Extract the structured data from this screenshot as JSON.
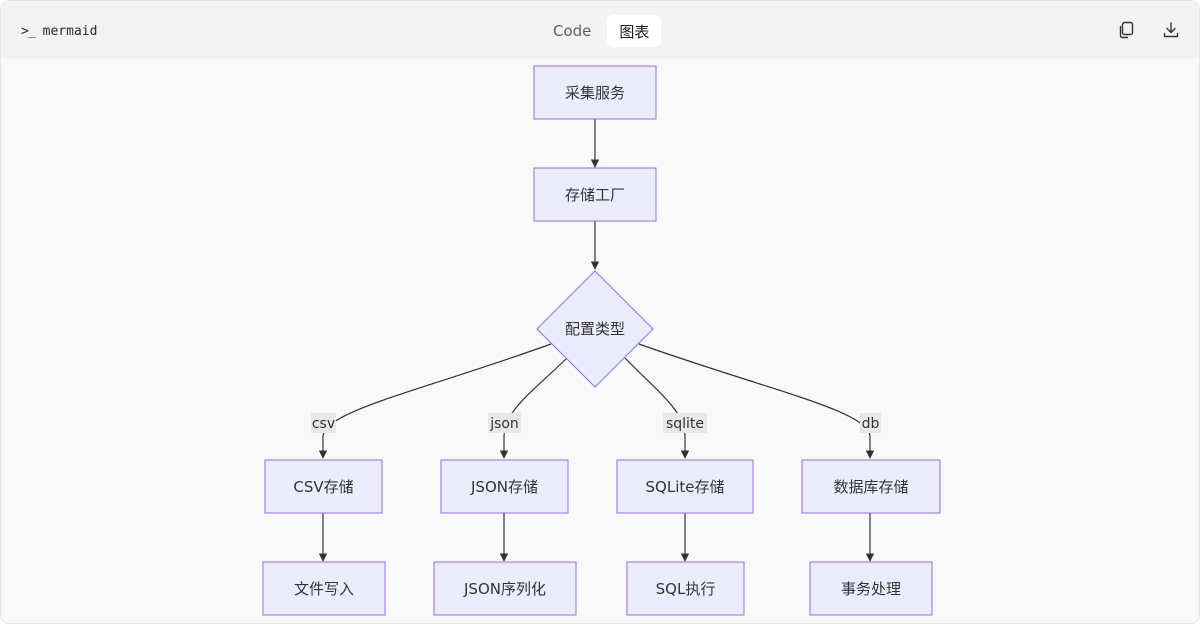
{
  "header": {
    "language": "mermaid",
    "tabs": [
      {
        "label": "Code",
        "active": false
      },
      {
        "label": "图表",
        "active": true
      }
    ],
    "tools": [
      "copy-icon",
      "download-icon"
    ]
  },
  "diagram": {
    "type": "flowchart",
    "nodes": [
      {
        "id": "collect",
        "label": "采集服务",
        "shape": "rect"
      },
      {
        "id": "factory",
        "label": "存储工厂",
        "shape": "rect"
      },
      {
        "id": "config",
        "label": "配置类型",
        "shape": "diamond"
      },
      {
        "id": "csv",
        "label": "CSV存储",
        "shape": "rect"
      },
      {
        "id": "json",
        "label": "JSON存储",
        "shape": "rect"
      },
      {
        "id": "sqlite",
        "label": "SQLite存储",
        "shape": "rect"
      },
      {
        "id": "db",
        "label": "数据库存储",
        "shape": "rect"
      },
      {
        "id": "write",
        "label": "文件写入",
        "shape": "rect"
      },
      {
        "id": "serialize",
        "label": "JSON序列化",
        "shape": "rect"
      },
      {
        "id": "sqlexec",
        "label": "SQL执行",
        "shape": "rect"
      },
      {
        "id": "tx",
        "label": "事务处理",
        "shape": "rect"
      }
    ],
    "edges": [
      {
        "from": "collect",
        "to": "factory",
        "label": ""
      },
      {
        "from": "factory",
        "to": "config",
        "label": ""
      },
      {
        "from": "config",
        "to": "csv",
        "label": "csv"
      },
      {
        "from": "config",
        "to": "json",
        "label": "json"
      },
      {
        "from": "config",
        "to": "sqlite",
        "label": "sqlite"
      },
      {
        "from": "config",
        "to": "db",
        "label": "db"
      },
      {
        "from": "csv",
        "to": "write",
        "label": ""
      },
      {
        "from": "json",
        "to": "serialize",
        "label": ""
      },
      {
        "from": "sqlite",
        "to": "sqlexec",
        "label": ""
      },
      {
        "from": "db",
        "to": "tx",
        "label": ""
      }
    ]
  }
}
